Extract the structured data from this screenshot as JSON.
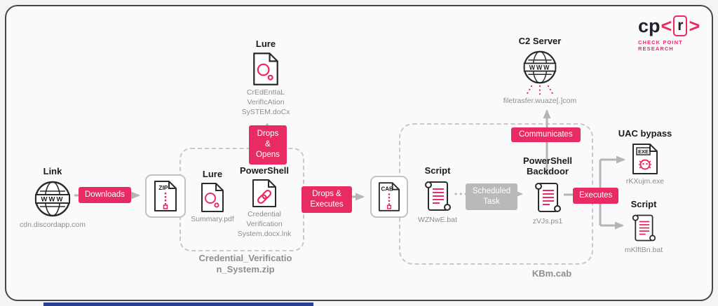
{
  "logo": {
    "cp": "cp",
    "open": "<",
    "r": "r",
    "close": ">",
    "tagline": "CHECK POINT RESEARCH"
  },
  "badges": {
    "downloads": "Downloads",
    "drops_opens": "Drops & Opens",
    "drops_executes": "Drops & Executes",
    "scheduled_task": "Scheduled Task",
    "communicates": "Communicates",
    "executes": "Executes"
  },
  "nodes": {
    "link": {
      "title": "Link",
      "caption": "cdn.discordapp.com",
      "banner": "WWW"
    },
    "zip_file": {
      "ext": "ZIP"
    },
    "zip_package": {
      "label": "Credential_Verification_System.zip"
    },
    "lure_pdf": {
      "title": "Lure",
      "caption": "Summary.pdf"
    },
    "powershell_lnk": {
      "title": "PowerShell",
      "caption": "Credential Verification System.docx.lnk"
    },
    "lure_docx": {
      "title": "Lure",
      "caption": "CrEdEntIaL VerifIcAtion SySTEM.doCx"
    },
    "cab_file": {
      "ext": "CAB"
    },
    "cab_package": {
      "label": "KBm.cab"
    },
    "script_dropper": {
      "title": "Script",
      "caption": "WZNwE.bat"
    },
    "powershell_backdoor": {
      "title": "PowerShell Backdoor",
      "caption": "zVJs.ps1"
    },
    "c2_server": {
      "title": "C2 Server",
      "caption": "filetrasfer.wuaze[.]com",
      "banner": "WWW"
    },
    "uac_bypass": {
      "title": "UAC bypass",
      "caption": "rKXujm.exe",
      "ext": "EXE"
    },
    "script_payload": {
      "title": "Script",
      "caption": "mKlftBn.bat"
    }
  },
  "icons": {
    "link": "globe-icon",
    "c2_server": "globe-icon",
    "lure": "document-icon",
    "powershell_lnk": "document-link-icon",
    "zip": "zip-file-icon",
    "cab": "cab-file-icon",
    "script": "scroll-icon",
    "uac_bypass": "exe-bug-icon"
  },
  "colors": {
    "accent": "#e82c63",
    "arrow": "#b5b5b5",
    "muted_text": "#8e8e8e",
    "frame_border": "#474747",
    "bottom_bar": "#2a3f91"
  }
}
